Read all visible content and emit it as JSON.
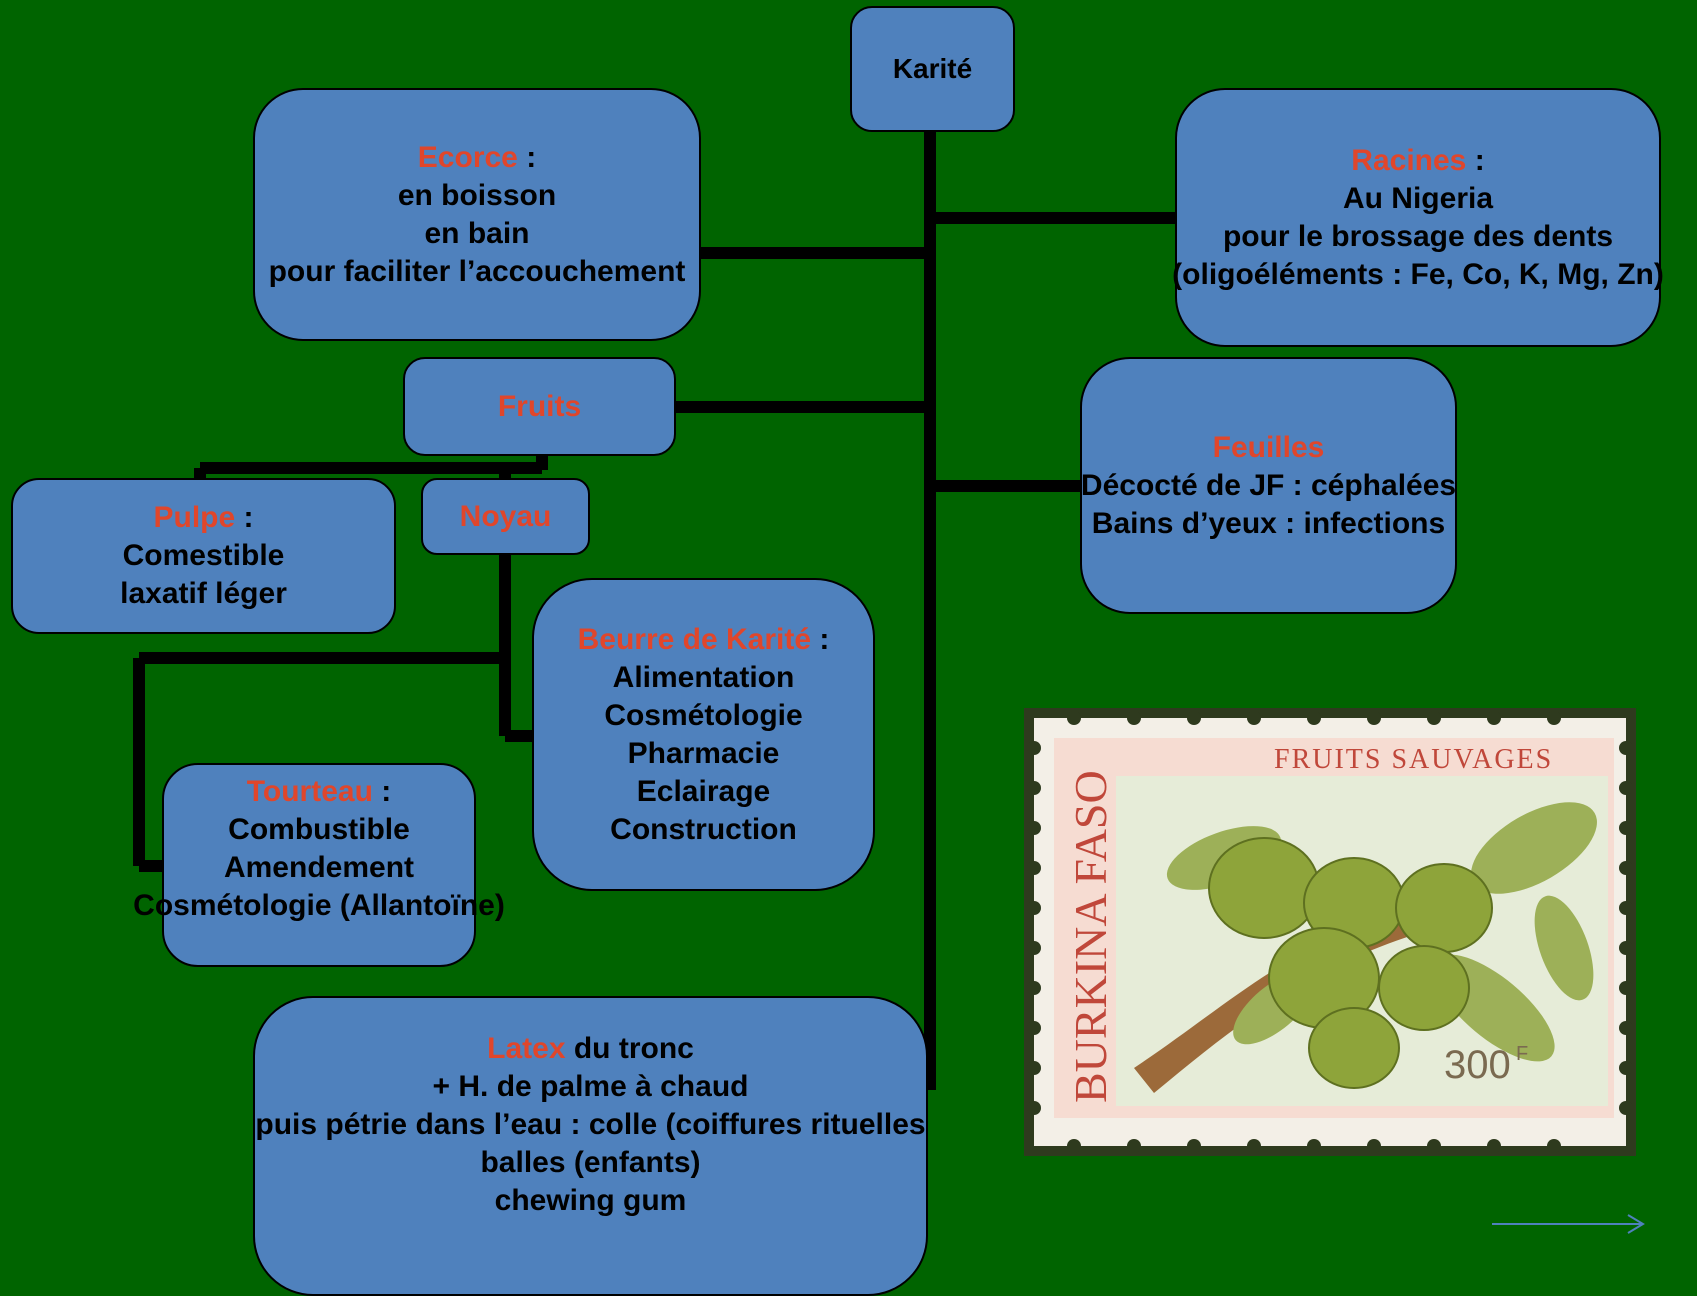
{
  "colors": {
    "background": "#006400",
    "box_fill": "#4f81bd",
    "highlight": "#e0462b",
    "connector": "#000000",
    "arrow": "#4f81bd"
  },
  "root": {
    "label": "Karité"
  },
  "ecorce": {
    "title": "Ecorce",
    "sep": " :",
    "lines": [
      "en boisson",
      "en bain",
      "pour faciliter l’accouchement"
    ]
  },
  "racines": {
    "title": "Racines",
    "sep": " :",
    "lines": [
      "Au Nigeria",
      "pour le brossage des dents",
      "(oligoéléments : Fe, Co, K, Mg, Zn)"
    ]
  },
  "fruits": {
    "title": "Fruits"
  },
  "feuilles": {
    "title": "Feuilles",
    "lines": [
      "Décocté de JF : céphalées",
      "Bains d’yeux : infections"
    ]
  },
  "pulpe": {
    "title": "Pulpe",
    "sep": " :",
    "lines": [
      "Comestible",
      "laxatif léger"
    ]
  },
  "noyau": {
    "title": "Noyau"
  },
  "beurre": {
    "title": "Beurre de Karité",
    "sep": " :",
    "lines": [
      "Alimentation",
      "Cosmétologie",
      "Pharmacie",
      "Eclairage",
      "Construction"
    ]
  },
  "tourteau": {
    "title": "Tourteau",
    "sep": " :",
    "lines": [
      "Combustible",
      "Amendement",
      "Cosmétologie (Allantoïne)"
    ]
  },
  "latex": {
    "title": "Latex",
    "title_rest": " du tronc",
    "lines": [
      "+ H. de palme à chaud",
      "puis pétrie dans l’eau : colle (coiffures rituelles",
      "balles (enfants)",
      "chewing gum"
    ]
  },
  "stamp": {
    "country": "BURKINA FASO",
    "header": "FRUITS SAUVAGES",
    "value": "300",
    "currency": "F"
  }
}
